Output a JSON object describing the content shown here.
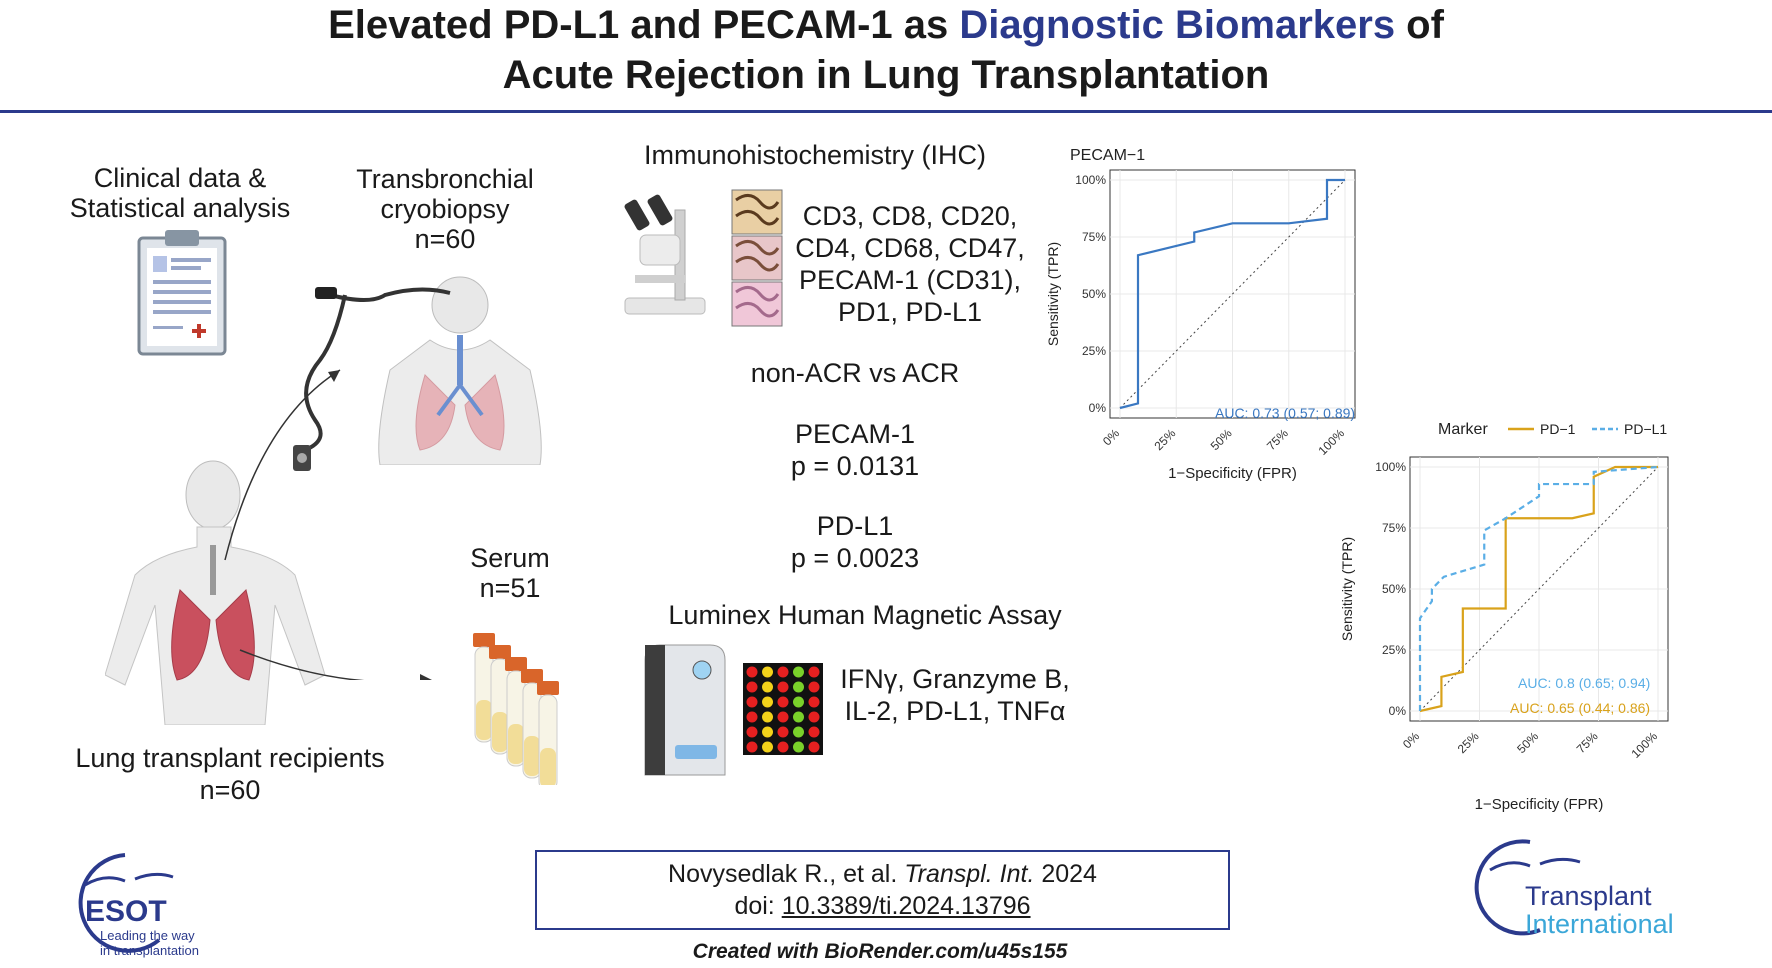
{
  "title": {
    "part1": "Elevated PD-L1 and PECAM-1 as ",
    "highlight": "Diagnostic Biomarkers",
    "part2": " of",
    "line2": "Acute Rejection in Lung Transplantation"
  },
  "clinical": {
    "line1": "Clinical data &",
    "line2": "Statistical analysis"
  },
  "biopsy": {
    "line1": "Transbronchial",
    "line2": "cryobiopsy",
    "line3": "n=60"
  },
  "recipients": {
    "line1": "Lung transplant recipients",
    "line2": "n=60"
  },
  "serum": {
    "line1": "Serum",
    "line2": "n=51"
  },
  "ihc": {
    "heading": "Immunohistochemistry (IHC)",
    "markers": [
      "CD3, CD8, CD20,",
      "CD4, CD68, CD47,",
      "PECAM-1 (CD31),",
      "PD1, PD-L1"
    ]
  },
  "comparison": "non-ACR vs ACR",
  "pecam_result": {
    "name": "PECAM-1",
    "p": "p = 0.0131"
  },
  "pdl1_result": {
    "name": "PD-L1",
    "p": "p = 0.0023"
  },
  "luminex": {
    "heading": "Luminex Human Magnetic Assay",
    "analytes": [
      "IFNγ, Granzyme B,",
      "IL-2, PD-L1, TNFα"
    ]
  },
  "citation": {
    "authors": "Novysedlak R., et al. ",
    "journal": "Transpl. Int.",
    "year": " 2024",
    "doi_label": "doi: ",
    "doi": "10.3389/ti.2024.13796"
  },
  "created_with": "Created with BioRender.com/u45s155",
  "esot": {
    "name": "ESOT",
    "tagline1": "Leading the way",
    "tagline2": "in transplantation"
  },
  "ti_logo": {
    "line1": "Transplant",
    "line2": "International"
  },
  "colors": {
    "brand": "#2b3a8c",
    "pecam": "#3a78c2",
    "pd1": "#d9a21b",
    "pdl1": "#5aaee6"
  },
  "chart_data": [
    {
      "type": "line",
      "title": "PECAM−1",
      "xlabel": "1−Specificity (FPR)",
      "ylabel": "Sensitivity (TPR)",
      "xlim": [
        0,
        1
      ],
      "ylim": [
        0,
        1
      ],
      "x_ticks": [
        "0%",
        "25%",
        "50%",
        "75%",
        "100%"
      ],
      "y_ticks": [
        "0%",
        "25%",
        "50%",
        "75%",
        "100%"
      ],
      "grid": true,
      "series": [
        {
          "x": [
            0,
            0.08,
            0.08,
            0.33,
            0.33,
            0.5,
            0.75,
            0.92,
            0.92,
            1.0
          ],
          "y": [
            0,
            0.02,
            0.67,
            0.73,
            0.77,
            0.81,
            0.81,
            0.83,
            1.0,
            1.0
          ]
        }
      ],
      "annotations": [
        "AUC: 0.73 (0.57; 0.89)"
      ]
    },
    {
      "type": "line",
      "xlabel": "1−Specificity (FPR)",
      "ylabel": "Sensitivity (TPR)",
      "xlim": [
        0,
        1
      ],
      "ylim": [
        0,
        1
      ],
      "x_ticks": [
        "0%",
        "25%",
        "50%",
        "75%",
        "100%"
      ],
      "y_ticks": [
        "0%",
        "25%",
        "50%",
        "75%",
        "100%"
      ],
      "grid": true,
      "legend_title": "Marker",
      "legend_position": "top",
      "series": [
        {
          "name": "PD−1",
          "x": [
            0,
            0.09,
            0.09,
            0.18,
            0.18,
            0.36,
            0.36,
            0.64,
            0.73,
            0.73,
            0.82,
            1.0
          ],
          "y": [
            0,
            0.02,
            0.14,
            0.16,
            0.42,
            0.42,
            0.79,
            0.79,
            0.81,
            0.96,
            1.0,
            1.0
          ]
        },
        {
          "name": "PD−L1",
          "x": [
            0,
            0.0,
            0.05,
            0.05,
            0.1,
            0.27,
            0.27,
            0.36,
            0.5,
            0.5,
            0.73,
            0.73,
            1.0
          ],
          "y": [
            0,
            0.38,
            0.45,
            0.5,
            0.55,
            0.6,
            0.74,
            0.79,
            0.88,
            0.93,
            0.93,
            0.98,
            1.0
          ]
        }
      ],
      "annotations": [
        "AUC: 0.8 (0.65; 0.94)",
        "AUC: 0.65 (0.44; 0.86)"
      ]
    }
  ]
}
